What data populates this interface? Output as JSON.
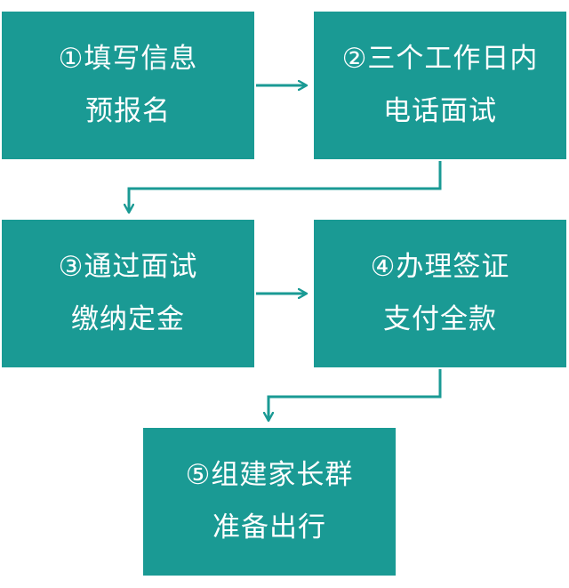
{
  "colors": {
    "box": "#1a9a94",
    "text": "#ffffff",
    "arrow": "#1a9a94"
  },
  "steps": [
    {
      "line1": "①填写信息",
      "line2": "预报名"
    },
    {
      "line1": "②三个工作日内",
      "line2": "电话面试"
    },
    {
      "line1": "③通过面试",
      "line2": "缴纳定金"
    },
    {
      "line1": "④办理签证",
      "line2": "支付全款"
    },
    {
      "line1": "⑤组建家长群",
      "line2": "准备出行"
    }
  ]
}
